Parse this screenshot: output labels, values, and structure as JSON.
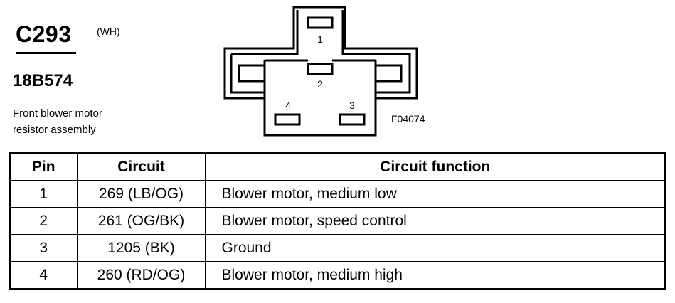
{
  "connector": {
    "id": "C293",
    "color": "(WH)",
    "part_number": "18B574",
    "description_line1": "Front blower motor",
    "description_line2": "resistor assembly"
  },
  "diagram": {
    "figure_id": "F04074",
    "pin_labels": [
      "1",
      "2",
      "3",
      "4"
    ]
  },
  "table": {
    "headers": [
      "Pin",
      "Circuit",
      "Circuit function"
    ],
    "rows": [
      {
        "pin": "1",
        "circuit": "269 (LB/OG)",
        "function": "Blower motor, medium low"
      },
      {
        "pin": "2",
        "circuit": "261 (OG/BK)",
        "function": "Blower motor, speed control"
      },
      {
        "pin": "3",
        "circuit": "1205 (BK)",
        "function": "Ground"
      },
      {
        "pin": "4",
        "circuit": "260 (RD/OG)",
        "function": "Blower motor, medium high"
      }
    ]
  }
}
